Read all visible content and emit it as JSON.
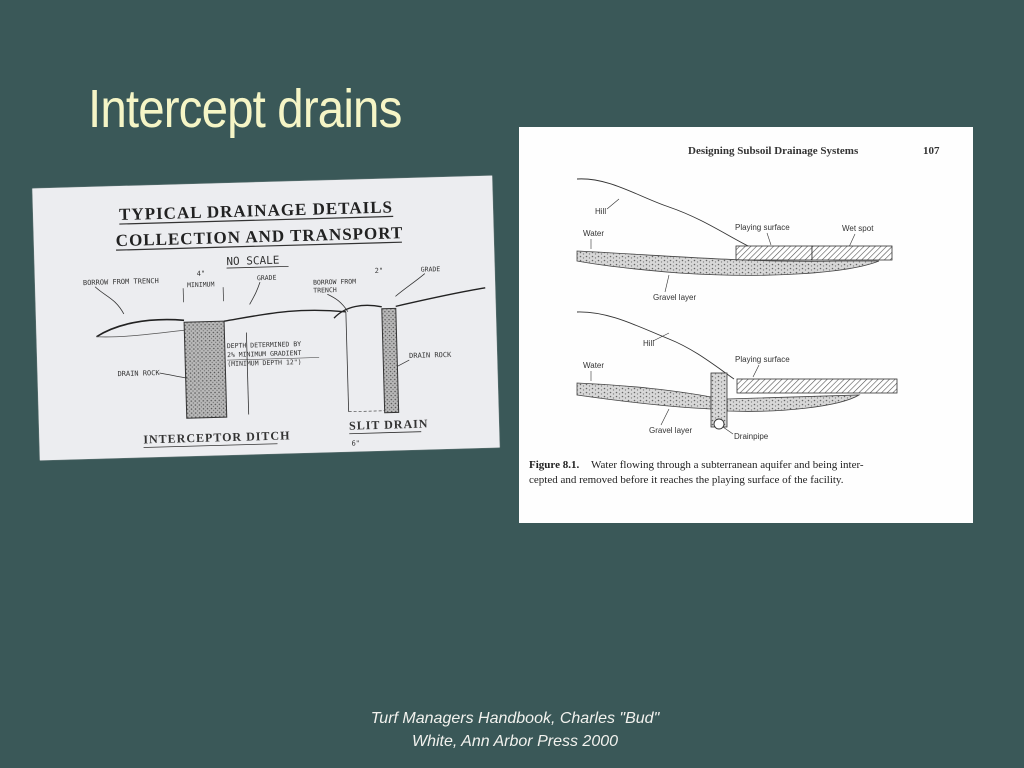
{
  "slide": {
    "title": "Intercept drains",
    "caption_line1": "Turf Managers Handbook, Charles \"Bud\"",
    "caption_line2": "White, Ann Arbor Press 2000"
  },
  "left_figure": {
    "heading1": "TYPICAL DRAINAGE DETAILS",
    "heading2": "COLLECTION AND TRANSPORT",
    "subheading": "NO SCALE",
    "label_borrow": "BORROW FROM TRENCH",
    "label_min_top": "4\"",
    "label_min": "MINIMUM",
    "label_grade1": "GRADE",
    "label_borrow2a": "BORROW FROM",
    "label_borrow2b": "TRENCH",
    "label_2in": "2\"",
    "label_grade2": "GRADE",
    "label_depth1": "DEPTH DETERMINED BY",
    "label_depth2": "2% MINIMUM GRADIENT",
    "label_depth3": "(MINIMUM DEPTH 12\")",
    "label_drainrock1": "DRAIN ROCK",
    "label_drainrock2": "DRAIN ROCK",
    "label_ditch": "INTERCEPTOR DITCH",
    "label_slit": "SLIT DRAIN",
    "label_6in": "6\""
  },
  "right_figure": {
    "header": "Designing Subsoil Drainage Systems",
    "page_number": "107",
    "top": {
      "hill": "Hill",
      "water": "Water",
      "playing_surface": "Playing surface",
      "wet_spot": "Wet spot",
      "gravel": "Gravel layer"
    },
    "bottom": {
      "hill": "Hill",
      "water": "Water",
      "playing_surface": "Playing surface",
      "gravel": "Gravel layer",
      "drainpipe": "Drainpipe"
    },
    "figure_label": "Figure 8.1.",
    "figure_text1": "Water flowing through a subterranean aquifer and being inter-",
    "figure_text2": "cepted and removed before it reaches the playing surface of the facility."
  }
}
